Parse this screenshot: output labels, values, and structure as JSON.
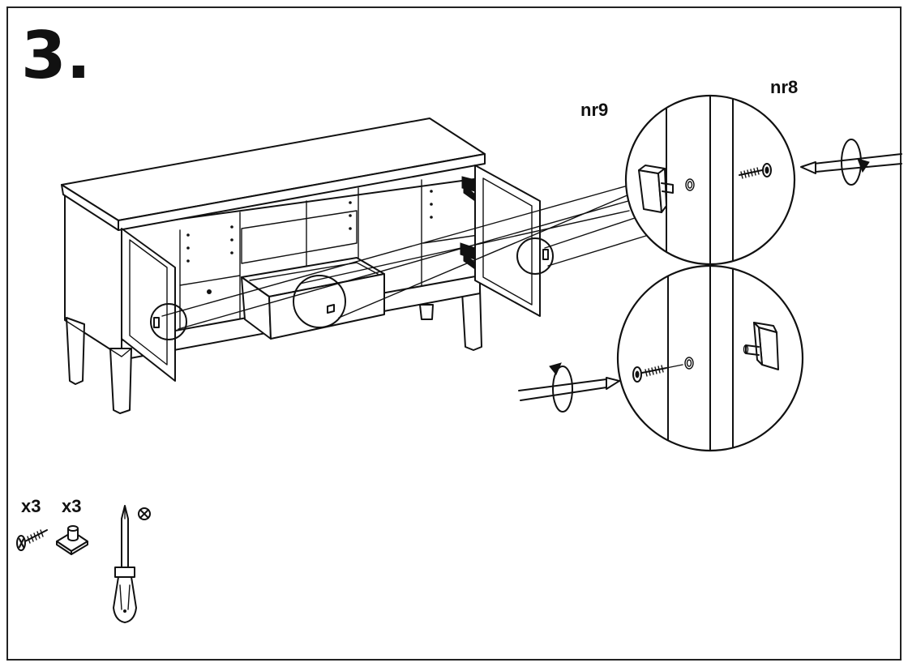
{
  "step_number": "3.",
  "callouts": {
    "top_part_label": "nr9",
    "top_screw_label": "nr8"
  },
  "parts": [
    {
      "name": "screw",
      "quantity": "x3",
      "icon": "screw-icon"
    },
    {
      "name": "knob",
      "quantity": "x3",
      "icon": "knob-icon"
    }
  ],
  "tool": {
    "icon": "phillips-screwdriver-icon",
    "mark": "cross-head-symbol"
  }
}
